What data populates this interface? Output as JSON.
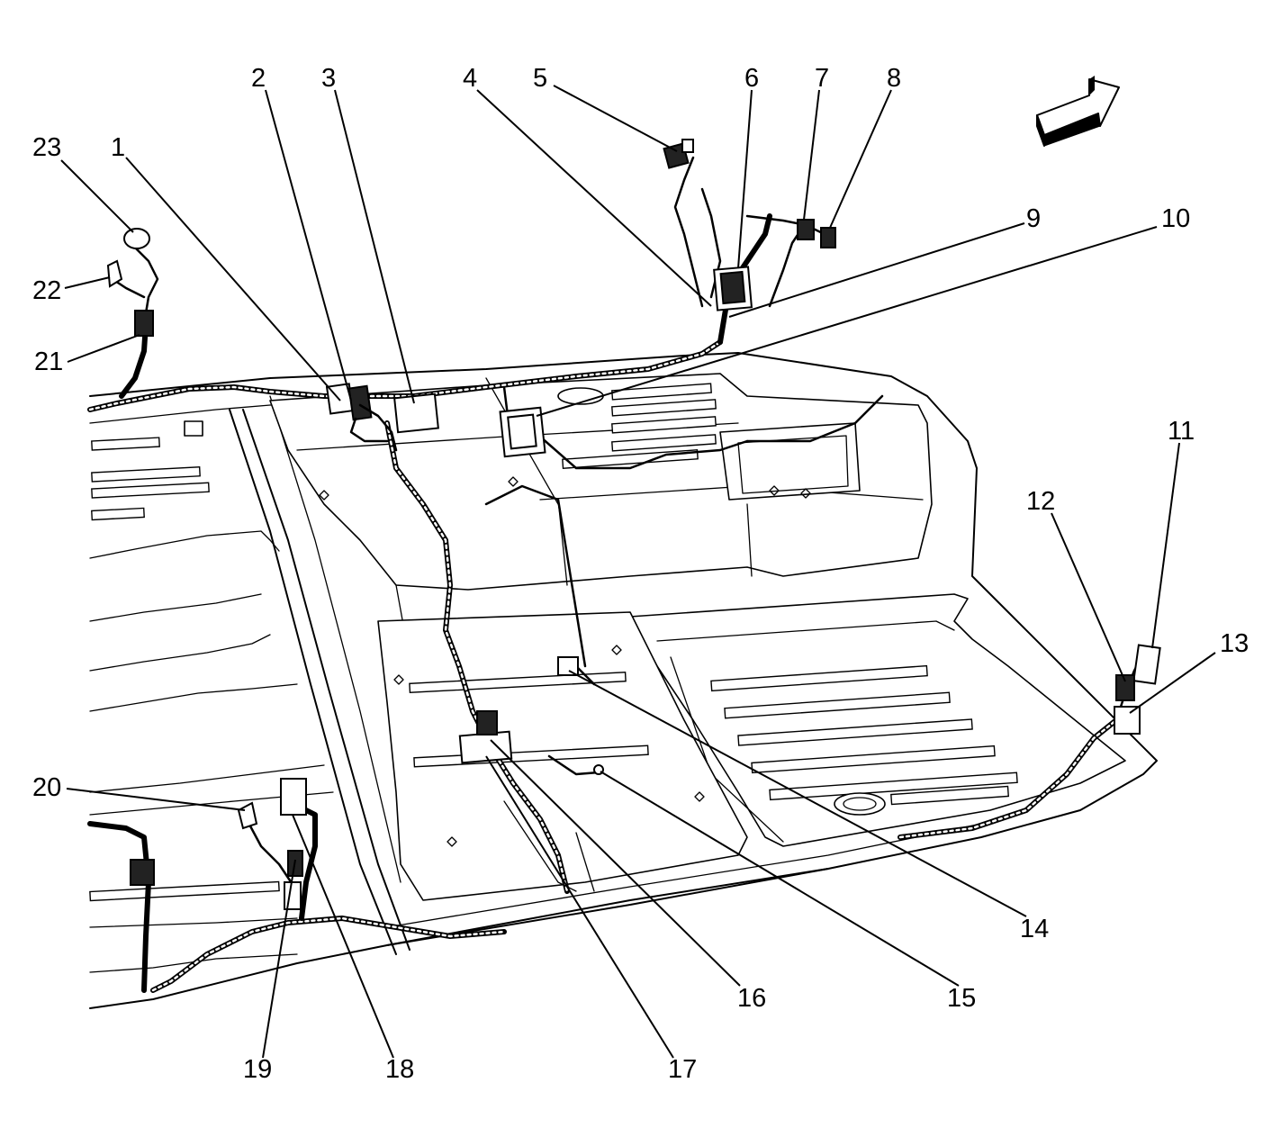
{
  "callouts": [
    {
      "id": "1",
      "label": "1"
    },
    {
      "id": "2",
      "label": "2"
    },
    {
      "id": "3",
      "label": "3"
    },
    {
      "id": "4",
      "label": "4"
    },
    {
      "id": "5",
      "label": "5"
    },
    {
      "id": "6",
      "label": "6"
    },
    {
      "id": "7",
      "label": "7"
    },
    {
      "id": "8",
      "label": "8"
    },
    {
      "id": "9",
      "label": "9"
    },
    {
      "id": "10",
      "label": "10"
    },
    {
      "id": "11",
      "label": "11"
    },
    {
      "id": "12",
      "label": "12"
    },
    {
      "id": "13",
      "label": "13"
    },
    {
      "id": "14",
      "label": "14"
    },
    {
      "id": "15",
      "label": "15"
    },
    {
      "id": "16",
      "label": "16"
    },
    {
      "id": "17",
      "label": "17"
    },
    {
      "id": "18",
      "label": "18"
    },
    {
      "id": "19",
      "label": "19"
    },
    {
      "id": "20",
      "label": "20"
    },
    {
      "id": "21",
      "label": "21"
    },
    {
      "id": "22",
      "label": "22"
    },
    {
      "id": "23",
      "label": "23"
    }
  ],
  "icons": {
    "direction_arrow": "front-direction-arrow-icon"
  },
  "colors": {
    "line": "#000000",
    "background": "#ffffff"
  }
}
